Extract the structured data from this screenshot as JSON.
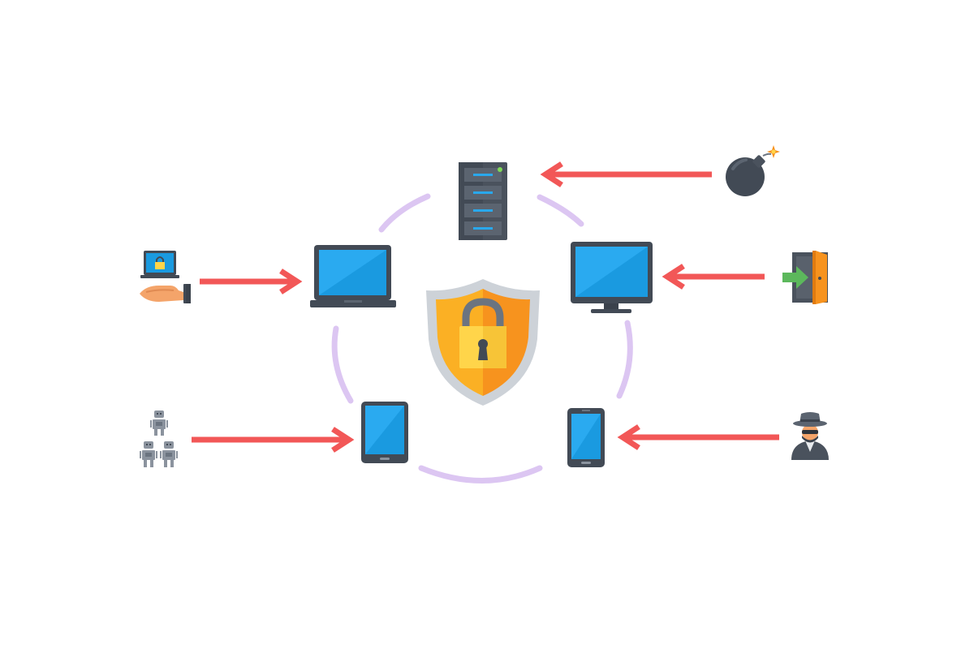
{
  "diagram": {
    "colors": {
      "background": "#ffffff",
      "ring": "#dcc6f2",
      "arrow": "#f25757",
      "device_frame": "#424a55",
      "screen": "#1a9ae0",
      "shield_outer": "#cdd2d8",
      "shield_left": "#fbb024",
      "shield_right": "#f7931e",
      "lock_body": "#ffd54a",
      "lock_shackle": "#6b7480"
    },
    "center": {
      "icon": "shield-lock-icon"
    },
    "ring_devices": [
      {
        "id": "server",
        "icon": "server-icon"
      },
      {
        "id": "laptop",
        "icon": "laptop-icon"
      },
      {
        "id": "monitor",
        "icon": "monitor-icon"
      },
      {
        "id": "tablet",
        "icon": "tablet-icon"
      },
      {
        "id": "phone",
        "icon": "phone-icon"
      }
    ],
    "threats": [
      {
        "id": "bomb",
        "icon": "bomb-icon",
        "target": "server"
      },
      {
        "id": "ransom",
        "icon": "locked-laptop-in-hand-icon",
        "target": "laptop"
      },
      {
        "id": "intrusion",
        "icon": "door-entry-icon",
        "target": "monitor"
      },
      {
        "id": "botnet",
        "icon": "robots-group-icon",
        "target": "tablet"
      },
      {
        "id": "spy",
        "icon": "hacker-spy-icon",
        "target": "phone"
      }
    ]
  }
}
